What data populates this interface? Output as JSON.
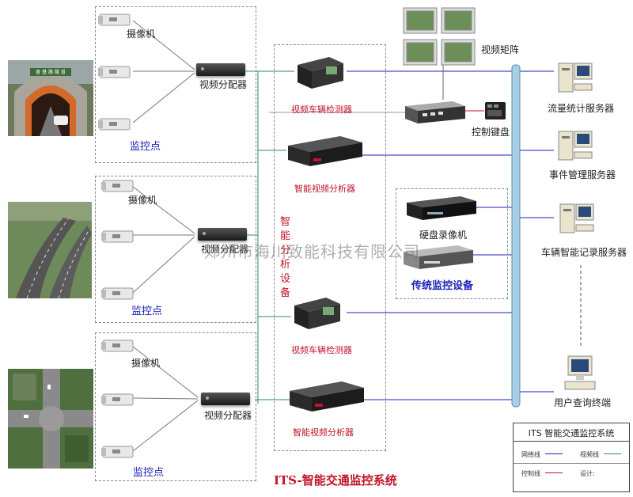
{
  "diagram": {
    "title": "ITS-智能交通监控系统",
    "watermark": "郑州市海川致能科技有限公司",
    "sites": [
      {
        "camera_label": "摄像机",
        "splitter_label": "视频分配器",
        "site_label": "监控点",
        "gate_sign": "香 基 路 隧 道"
      },
      {
        "camera_label": "摄像机",
        "splitter_label": "视频分配器",
        "site_label": "监控点"
      },
      {
        "camera_label": "摄像机",
        "splitter_label": "视频分配器",
        "site_label": "监控点"
      }
    ],
    "center": {
      "vehicle_detector_1": "视频车辆检测器",
      "analyzer_1": "智能视频分析器",
      "vertical_label": [
        "智",
        "能",
        "分",
        "析",
        "设",
        "备"
      ],
      "vehicle_detector_2": "视频车辆检测器",
      "analyzer_2": "智能视频分析器"
    },
    "matrix_label": "视频矩阵",
    "keyboard_label": "控制键盘",
    "dvr_label": "硬盘录像机",
    "traditional_label": "传统监控设备",
    "servers": [
      {
        "label": "流量统计服务器"
      },
      {
        "label": "事件管理服务器"
      },
      {
        "label": "车辆智能记录服务器"
      },
      {
        "label": "用户查询终端"
      }
    ],
    "legend": {
      "title": "ITS 智能交通监控系统",
      "network": "网络线",
      "video": "视频线",
      "control": "控制线",
      "design": "设计:"
    },
    "colors": {
      "network": "#1b22b8",
      "video": "#2e8b6a",
      "control": "#c0152a",
      "bus": "#a9cfe6"
    }
  }
}
